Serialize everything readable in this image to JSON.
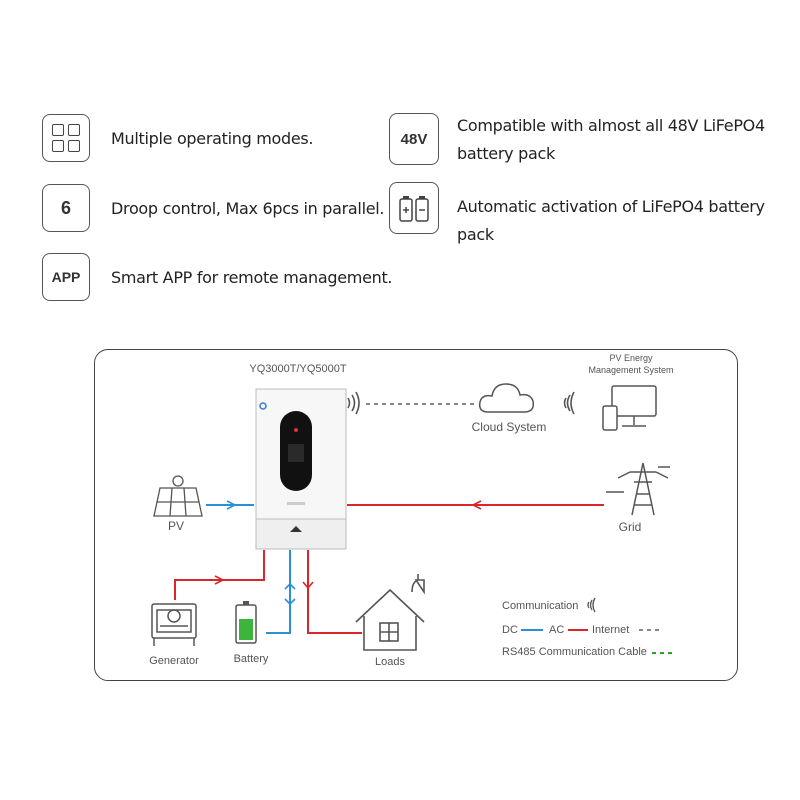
{
  "features": [
    {
      "icon": "operating-modes-icon",
      "text": "Multiple operating modes."
    },
    {
      "badge": "6",
      "text": "Droop control, Max 6pcs in parallel."
    },
    {
      "badge": "APP",
      "text": "Smart APP for remote management."
    },
    {
      "badge": "48V",
      "text_line1": "Compatible with almost all 48V LiFePO4",
      "text_line2": "battery pack"
    },
    {
      "icon": "battery-pack-icon",
      "text": "Automatic activation of LiFePO4 battery pack"
    }
  ],
  "diagram": {
    "inverter_model": "YQ3000T/YQ5000T",
    "pv_label": "PV",
    "grid_label": "Grid",
    "cloud_label": "Cloud System",
    "ems_line1": "PV Energy",
    "ems_line2": "Management System",
    "generator_label": "Generator",
    "battery_label": "Battery",
    "loads_label": "Loads",
    "legend": {
      "communication": "Communication",
      "dc": "DC",
      "ac": "AC",
      "internet": "Internet",
      "rs485": "RS485 Communication Cable"
    }
  },
  "colors": {
    "dc": "#2b8fd6",
    "ac": "#d8262b",
    "internet": "#888888",
    "rs485": "#2aa52a",
    "battery_fill": "#3db53d"
  }
}
